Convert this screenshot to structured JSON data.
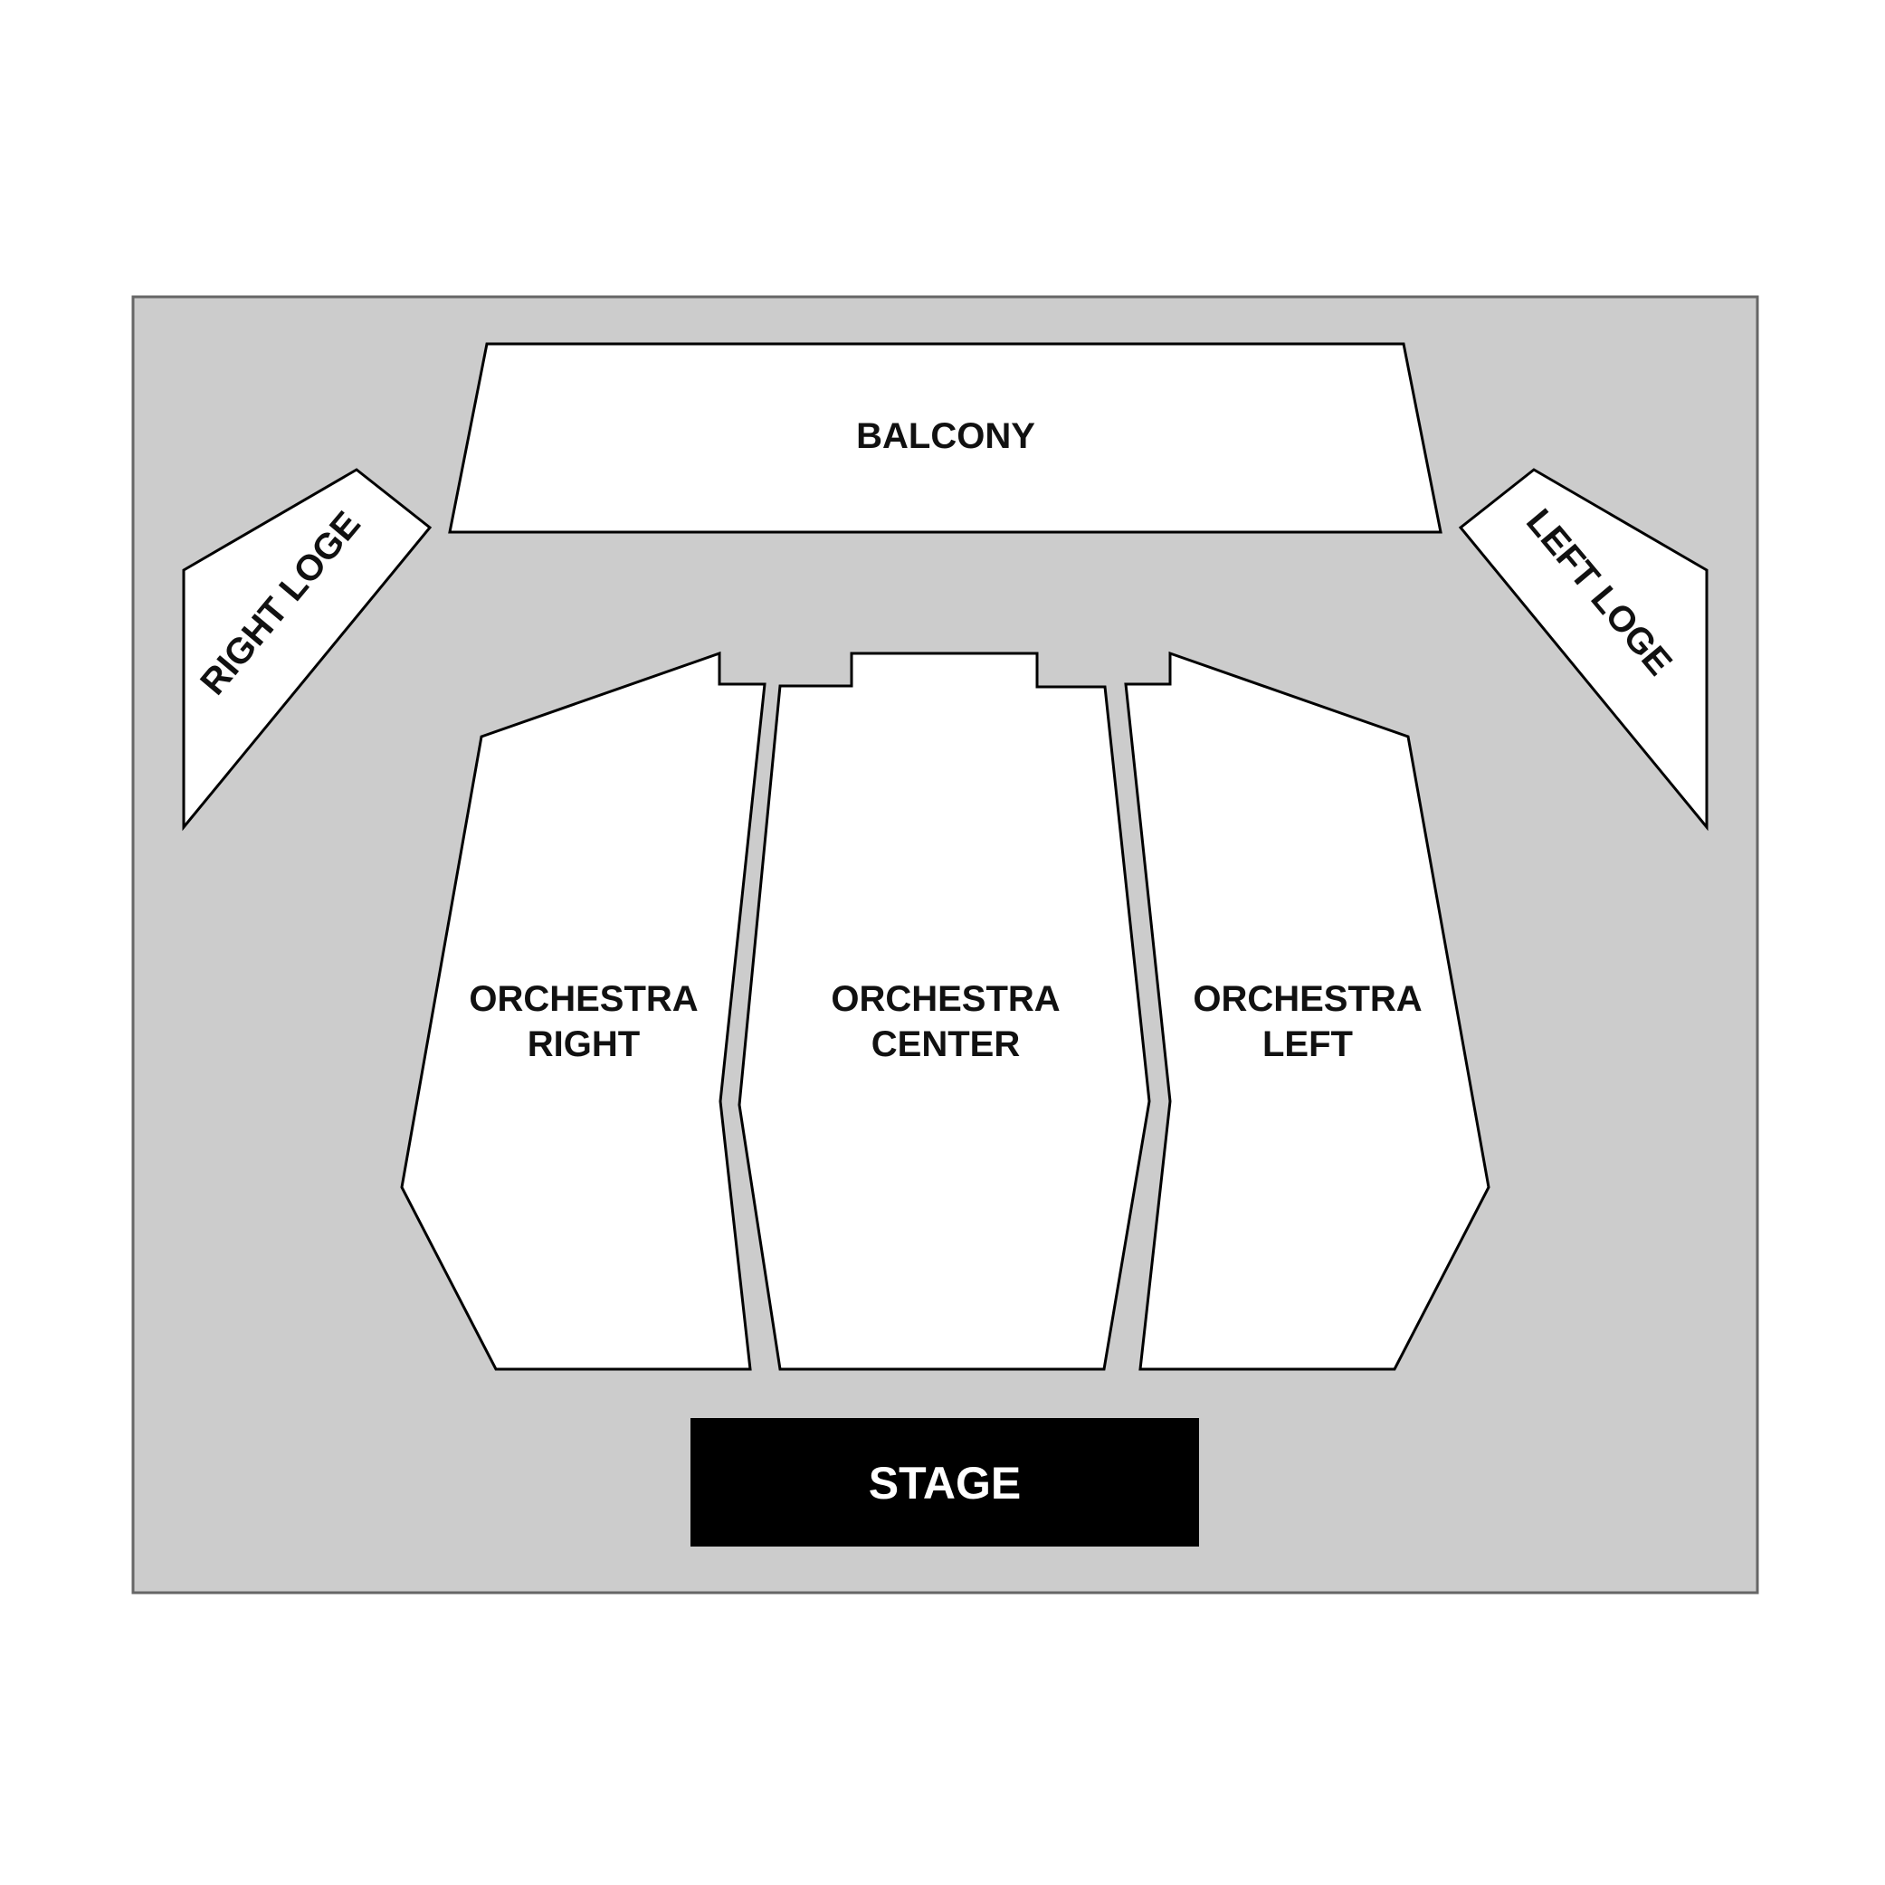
{
  "colors": {
    "background": "#ffffff",
    "venue_fill": "#cccccc",
    "venue_border": "#666666",
    "section_fill": "#ffffff",
    "section_border": "#000000",
    "stage_fill": "#000000",
    "stage_text": "#ffffff"
  },
  "sections": {
    "balcony": {
      "label": "BALCONY"
    },
    "right_loge": {
      "label": "RIGHT LOGE"
    },
    "left_loge": {
      "label": "LEFT LOGE"
    },
    "orchestra_right": {
      "line1": "ORCHESTRA",
      "line2": "RIGHT"
    },
    "orchestra_center": {
      "line1": "ORCHESTRA",
      "line2": "CENTER"
    },
    "orchestra_left": {
      "line1": "ORCHESTRA",
      "line2": "LEFT"
    }
  },
  "stage": {
    "label": "STAGE"
  }
}
